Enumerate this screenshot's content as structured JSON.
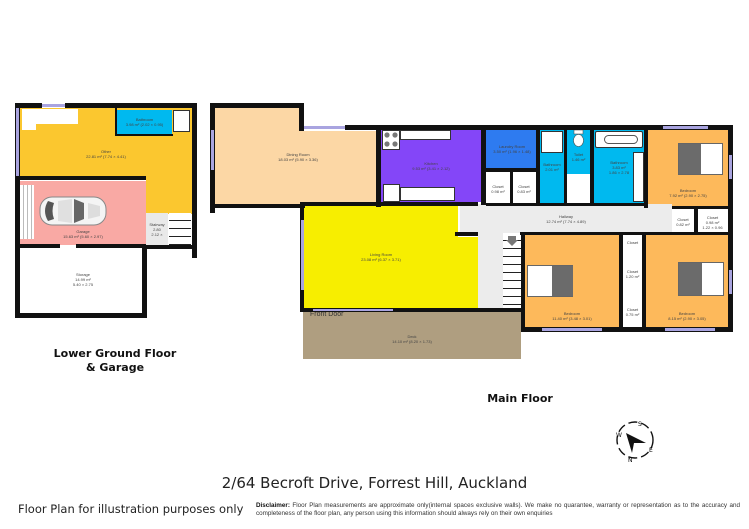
{
  "lower_floor": {
    "label_line1": "Lower Ground Floor",
    "label_line2": "& Garage",
    "rooms": {
      "other": {
        "name": "Other",
        "size": "22.81 m² (7.74 × 4.41)",
        "color": "#fbc72f"
      },
      "bathroom": {
        "name": "Bathroom",
        "size": "3.98 m² (2.02 × 0.95)",
        "color": "#00b9ef"
      },
      "garage": {
        "name": "Garage",
        "size": "15.63 m² (5.60 × 2.97)",
        "color": "#f9a9a4"
      },
      "stairway": {
        "name": "Stairway",
        "size": "2.80",
        "size2": "2.12 ×",
        "color": "#e9e9e9"
      },
      "storage": {
        "name": "Storage",
        "size": "14.99 m²",
        "size2": "5.40 × 2.75",
        "color": "#ffffff"
      }
    }
  },
  "main_floor": {
    "label": "Main Floor",
    "front_door_label": "Front Door",
    "rooms": {
      "dining": {
        "name": "Dining Room",
        "size": "18.03 m² (5.90 × 3.36)",
        "color": "#fcd7a5"
      },
      "kitchen": {
        "name": "Kitchen",
        "size": "9.53 m² (3.41 × 2.12)",
        "color": "#8446f8"
      },
      "laundry": {
        "name": "Laundry Room",
        "size": "3.50 m² (1.96 × 1.48)",
        "color": "#2e7bf0"
      },
      "bathroom1": {
        "name": "Bathroom",
        "size": "2.01 m²",
        "color": "#00b9ef"
      },
      "toilet": {
        "name": "Toilet",
        "size": "1.46 m²",
        "color": "#00b9ef"
      },
      "bathroom2": {
        "name": "Bathroom",
        "size": "3.83 m²",
        "size2": "1.86 × 2.78",
        "color": "#00b9ef"
      },
      "bedroom1": {
        "name": "Bedroom",
        "size": "7.92 m² (2.90 × 2.75)",
        "color": "#fdb95b"
      },
      "closet_a": {
        "name": "Closet",
        "size": "0.98 m²"
      },
      "closet_b": {
        "name": "Closet",
        "size": "0.83 m²"
      },
      "closet_c": {
        "name": "Closet",
        "size": "0.82 m²"
      },
      "closet_d": {
        "name": "Closet",
        "size": "0.98 m²",
        "size2": "1.22 × 0.96"
      },
      "hallway": {
        "name": "Hallway",
        "size": "12.74 m² (7.74 × 4.89)",
        "color": "#ececec"
      },
      "living": {
        "name": "Living Room",
        "size": "23.08 m² (6.37 × 3.71)",
        "color": "#f7ee00"
      },
      "deck": {
        "name": "Deck",
        "size": "14.10 m² (8.20 × 1.73)",
        "color": "#af9e80"
      },
      "bedroom2": {
        "name": "Bedroom",
        "size": "11.40 m² (3.48 × 3.01)",
        "color": "#fdb95b"
      },
      "closet_e": {
        "name": "Closet",
        "size": ""
      },
      "closet_f": {
        "name": "Closet",
        "size": "1.20 m²"
      },
      "closet_g": {
        "name": "Closet",
        "size": "0.75 m²"
      },
      "bedroom3": {
        "name": "Bedroom",
        "size": "8.15 m² (2.90 × 3.05)",
        "color": "#fdb95b"
      }
    }
  },
  "compass": {
    "n": "N",
    "s": "S",
    "e": "E",
    "w": "W"
  },
  "footer": {
    "address": "2/64 Becroft Drive, Forrest Hill, Auckland",
    "illustration_note": "Floor Plan for illustration purposes only",
    "disclaimer_label": "Disclaimer:",
    "disclaimer_text": " Floor Plan measurements are approximate only(internal spaces exclusive walls). We make no quarantee, warranty or representation as to the accuracy and completeness of the floor plan, any person using this information should always rely on their own enquiries"
  }
}
